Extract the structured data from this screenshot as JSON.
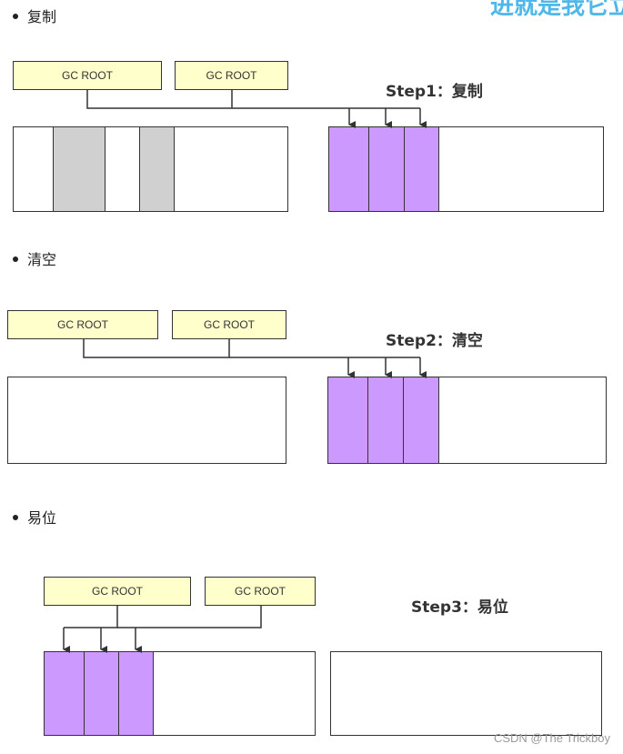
{
  "corner_text": "进就是我它立",
  "sections": [
    {
      "bullet": "复制",
      "step_label": "Step1：复制",
      "gc_root_1": "GC ROOT",
      "gc_root_2": "GC ROOT"
    },
    {
      "bullet": "清空",
      "step_label": "Step2：清空",
      "gc_root_1": "GC ROOT",
      "gc_root_2": "GC ROOT"
    },
    {
      "bullet": "易位",
      "step_label": "Step3：易位",
      "gc_root_1": "GC ROOT",
      "gc_root_2": "GC ROOT"
    }
  ],
  "colors": {
    "gc_root_fill": "#ffffcc",
    "live_object": "#cc99ff",
    "garbage_object": "#d0d0d0",
    "stroke": "#333333"
  },
  "watermark": "CSDN @The Trickboy"
}
